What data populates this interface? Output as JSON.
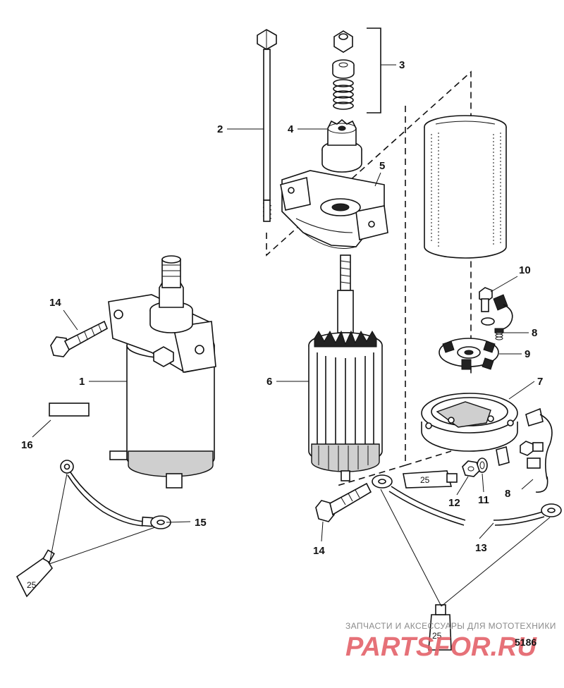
{
  "figure_number": "5186",
  "watermark": {
    "caption": "ЗАПЧАСТИ И АКСЕССУАРЫ ДЛЯ МОТОТЕХНИКИ",
    "logo": "PARTSFOR.RU"
  },
  "callouts": [
    "1",
    "2",
    "3",
    "4",
    "5",
    "6",
    "7",
    "8",
    "8",
    "9",
    "10",
    "11",
    "12",
    "13",
    "14",
    "14",
    "15",
    "16"
  ],
  "tube_label": "25"
}
